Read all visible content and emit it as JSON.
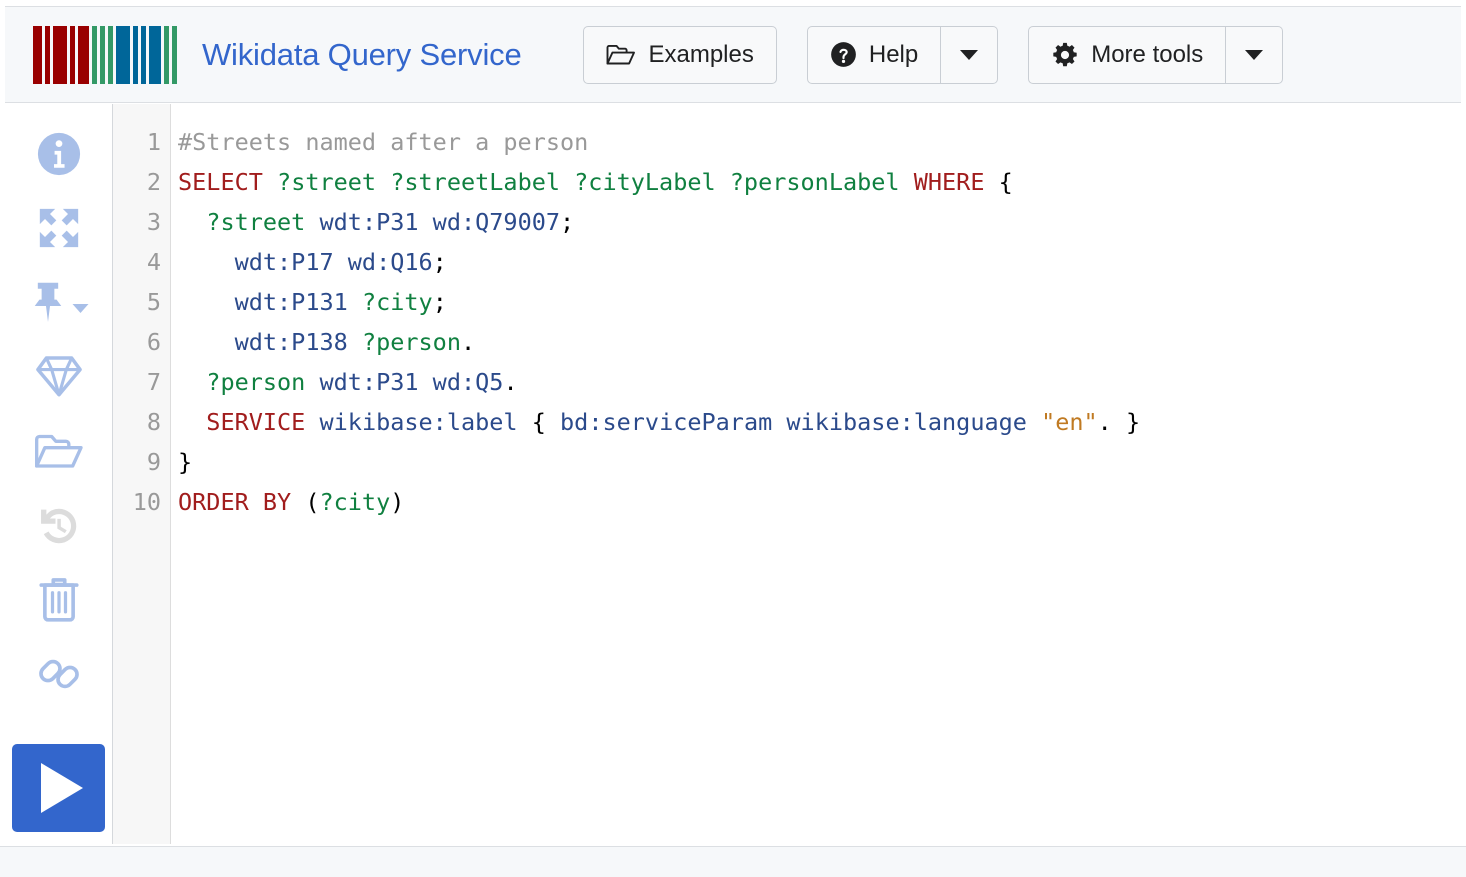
{
  "header": {
    "brand_title": "Wikidata Query Service",
    "logo_name": "wikidata-barcode-logo",
    "logo_bars": [
      {
        "color": "#990000",
        "width": 9
      },
      {
        "color": "#990000",
        "width": 5
      },
      {
        "color": "#990000",
        "width": 14
      },
      {
        "color": "#990000",
        "width": 5
      },
      {
        "color": "#990000",
        "width": 11
      },
      {
        "color": "#339966",
        "width": 5
      },
      {
        "color": "#339966",
        "width": 5
      },
      {
        "color": "#339966",
        "width": 5
      },
      {
        "color": "#006699",
        "width": 14
      },
      {
        "color": "#006699",
        "width": 5
      },
      {
        "color": "#006699",
        "width": 5
      },
      {
        "color": "#006699",
        "width": 12
      },
      {
        "color": "#339966",
        "width": 5
      },
      {
        "color": "#339966",
        "width": 5
      }
    ],
    "buttons": {
      "examples_label": "Examples",
      "examples_icon": "folder-open-icon",
      "help_label": "Help",
      "help_icon": "question-circle-icon",
      "help_caret_icon": "caret-down-icon",
      "more_tools_label": "More tools",
      "more_tools_icon": "gear-icon",
      "more_tools_caret_icon": "caret-down-icon"
    }
  },
  "sidebar": {
    "items": [
      {
        "name": "query-info-icon",
        "title": "Query information",
        "enabled": true
      },
      {
        "name": "expand-fullscreen-icon",
        "title": "Toggle full screen",
        "enabled": true
      },
      {
        "name": "pin-icon",
        "title": "Pinned queries",
        "enabled": true,
        "has_caret": true
      },
      {
        "name": "diamond-icon",
        "title": "Query helper",
        "enabled": true
      },
      {
        "name": "folder-open-icon",
        "title": "Open query",
        "enabled": true
      },
      {
        "name": "history-icon",
        "title": "Query history",
        "enabled": false
      },
      {
        "name": "trash-icon",
        "title": "Clear query",
        "enabled": true
      },
      {
        "name": "link-icon",
        "title": "Link to query",
        "enabled": true
      }
    ],
    "run_button": {
      "name": "run-query-button",
      "icon": "play-icon"
    }
  },
  "editor": {
    "line_numbers": [
      "1",
      "2",
      "3",
      "4",
      "5",
      "6",
      "7",
      "8",
      "9",
      "10"
    ],
    "query_plain": "#Streets named after a person\nSELECT ?street ?streetLabel ?cityLabel ?personLabel WHERE {\n  ?street wdt:P31 wd:Q79007;\n    wdt:P17 wd:Q16;\n    wdt:P131 ?city;\n    wdt:P138 ?person.\n  ?person wdt:P31 wd:Q5.\n  SERVICE wikibase:label { bd:serviceParam wikibase:language \"en\". }\n}\nORDER BY (?city)",
    "lines": [
      {
        "num": "1",
        "tokens": [
          {
            "t": "#Streets named after a person",
            "c": "tok-comment"
          }
        ]
      },
      {
        "num": "2",
        "tokens": [
          {
            "t": "SELECT",
            "c": "tok-keyword"
          },
          {
            "t": " ",
            "c": "tok-punct"
          },
          {
            "t": "?street ?streetLabel ?cityLabel ?personLabel",
            "c": "tok-var"
          },
          {
            "t": " ",
            "c": "tok-punct"
          },
          {
            "t": "WHERE",
            "c": "tok-keyword"
          },
          {
            "t": " {",
            "c": "tok-punct"
          }
        ]
      },
      {
        "num": "3",
        "tokens": [
          {
            "t": "  ",
            "c": "tok-punct"
          },
          {
            "t": "?street",
            "c": "tok-var"
          },
          {
            "t": " ",
            "c": "tok-punct"
          },
          {
            "t": "wdt:P31 wd:Q79007",
            "c": "tok-prefix"
          },
          {
            "t": ";",
            "c": "tok-punct"
          }
        ]
      },
      {
        "num": "4",
        "tokens": [
          {
            "t": "    ",
            "c": "tok-punct"
          },
          {
            "t": "wdt:P17 wd:Q16",
            "c": "tok-prefix"
          },
          {
            "t": ";",
            "c": "tok-punct"
          }
        ]
      },
      {
        "num": "5",
        "tokens": [
          {
            "t": "    ",
            "c": "tok-punct"
          },
          {
            "t": "wdt:P131",
            "c": "tok-prefix"
          },
          {
            "t": " ",
            "c": "tok-punct"
          },
          {
            "t": "?city",
            "c": "tok-var"
          },
          {
            "t": ";",
            "c": "tok-punct"
          }
        ]
      },
      {
        "num": "6",
        "tokens": [
          {
            "t": "    ",
            "c": "tok-punct"
          },
          {
            "t": "wdt:P138",
            "c": "tok-prefix"
          },
          {
            "t": " ",
            "c": "tok-punct"
          },
          {
            "t": "?person",
            "c": "tok-var"
          },
          {
            "t": ".",
            "c": "tok-punct"
          }
        ]
      },
      {
        "num": "7",
        "tokens": [
          {
            "t": "  ",
            "c": "tok-punct"
          },
          {
            "t": "?person",
            "c": "tok-var"
          },
          {
            "t": " ",
            "c": "tok-punct"
          },
          {
            "t": "wdt:P31 wd:Q5",
            "c": "tok-prefix"
          },
          {
            "t": ".",
            "c": "tok-punct"
          }
        ]
      },
      {
        "num": "8",
        "tokens": [
          {
            "t": "  ",
            "c": "tok-punct"
          },
          {
            "t": "SERVICE",
            "c": "tok-keyword"
          },
          {
            "t": " ",
            "c": "tok-punct"
          },
          {
            "t": "wikibase:label",
            "c": "tok-prefix"
          },
          {
            "t": " { ",
            "c": "tok-punct"
          },
          {
            "t": "bd:serviceParam wikibase:language",
            "c": "tok-prefix"
          },
          {
            "t": " ",
            "c": "tok-punct"
          },
          {
            "t": "\"en\"",
            "c": "tok-string"
          },
          {
            "t": ". }",
            "c": "tok-punct"
          }
        ]
      },
      {
        "num": "9",
        "tokens": [
          {
            "t": "}",
            "c": "tok-punct"
          }
        ]
      },
      {
        "num": "10",
        "tokens": [
          {
            "t": "ORDER BY",
            "c": "tok-keyword"
          },
          {
            "t": " (",
            "c": "tok-punct"
          },
          {
            "t": "?city",
            "c": "tok-var"
          },
          {
            "t": ")",
            "c": "tok-punct"
          }
        ]
      }
    ]
  },
  "colors": {
    "brand_blue": "#3366cc",
    "header_bg": "#f6f8fa",
    "icon_blue": "#a8bfe8",
    "icon_disabled": "#dcdcdc",
    "keyword_red": "#a11d1d",
    "variable_green": "#108040",
    "prefix_blue": "#2b4a8b",
    "string_orange": "#c07a22",
    "comment_gray": "#999999"
  }
}
